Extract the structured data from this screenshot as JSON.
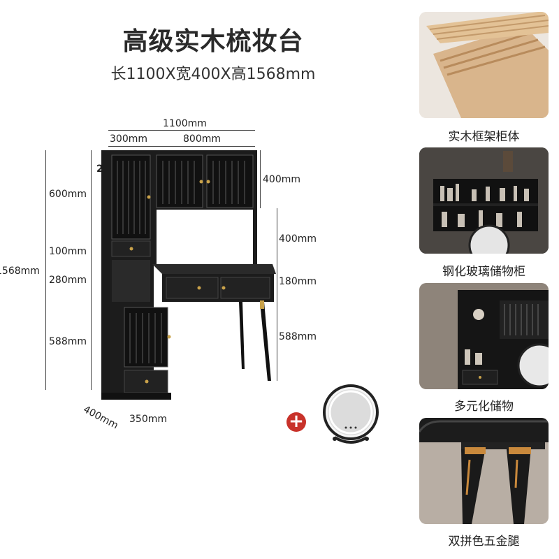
{
  "title": "高级实木梳妆台",
  "subtitle": "长1100X宽400X高1568mm",
  "dimensions": {
    "total_width": "1100mm",
    "left_width": "300mm",
    "right_width": "800mm",
    "small_depth": "200mm",
    "left_top": "600mm",
    "left_drawer": "100mm",
    "left_open": "280mm",
    "left_bottom": "588mm",
    "total_height": "1568mm",
    "right_top": "400mm",
    "right_mid": "400mm",
    "right_drawer": "180mm",
    "right_legs": "588mm",
    "depth": "400mm",
    "base_width": "350mm"
  },
  "addon": {
    "plus_symbol": "+"
  },
  "features": [
    {
      "caption": "实木框架柜体"
    },
    {
      "caption": "钢化玻璃储物柜"
    },
    {
      "caption": "多元化储物"
    },
    {
      "caption": "双拼色五金腿"
    }
  ],
  "colors": {
    "cabinet": "#1c1c1c",
    "gold": "#c9a24a",
    "accent_red": "#c8322a"
  }
}
